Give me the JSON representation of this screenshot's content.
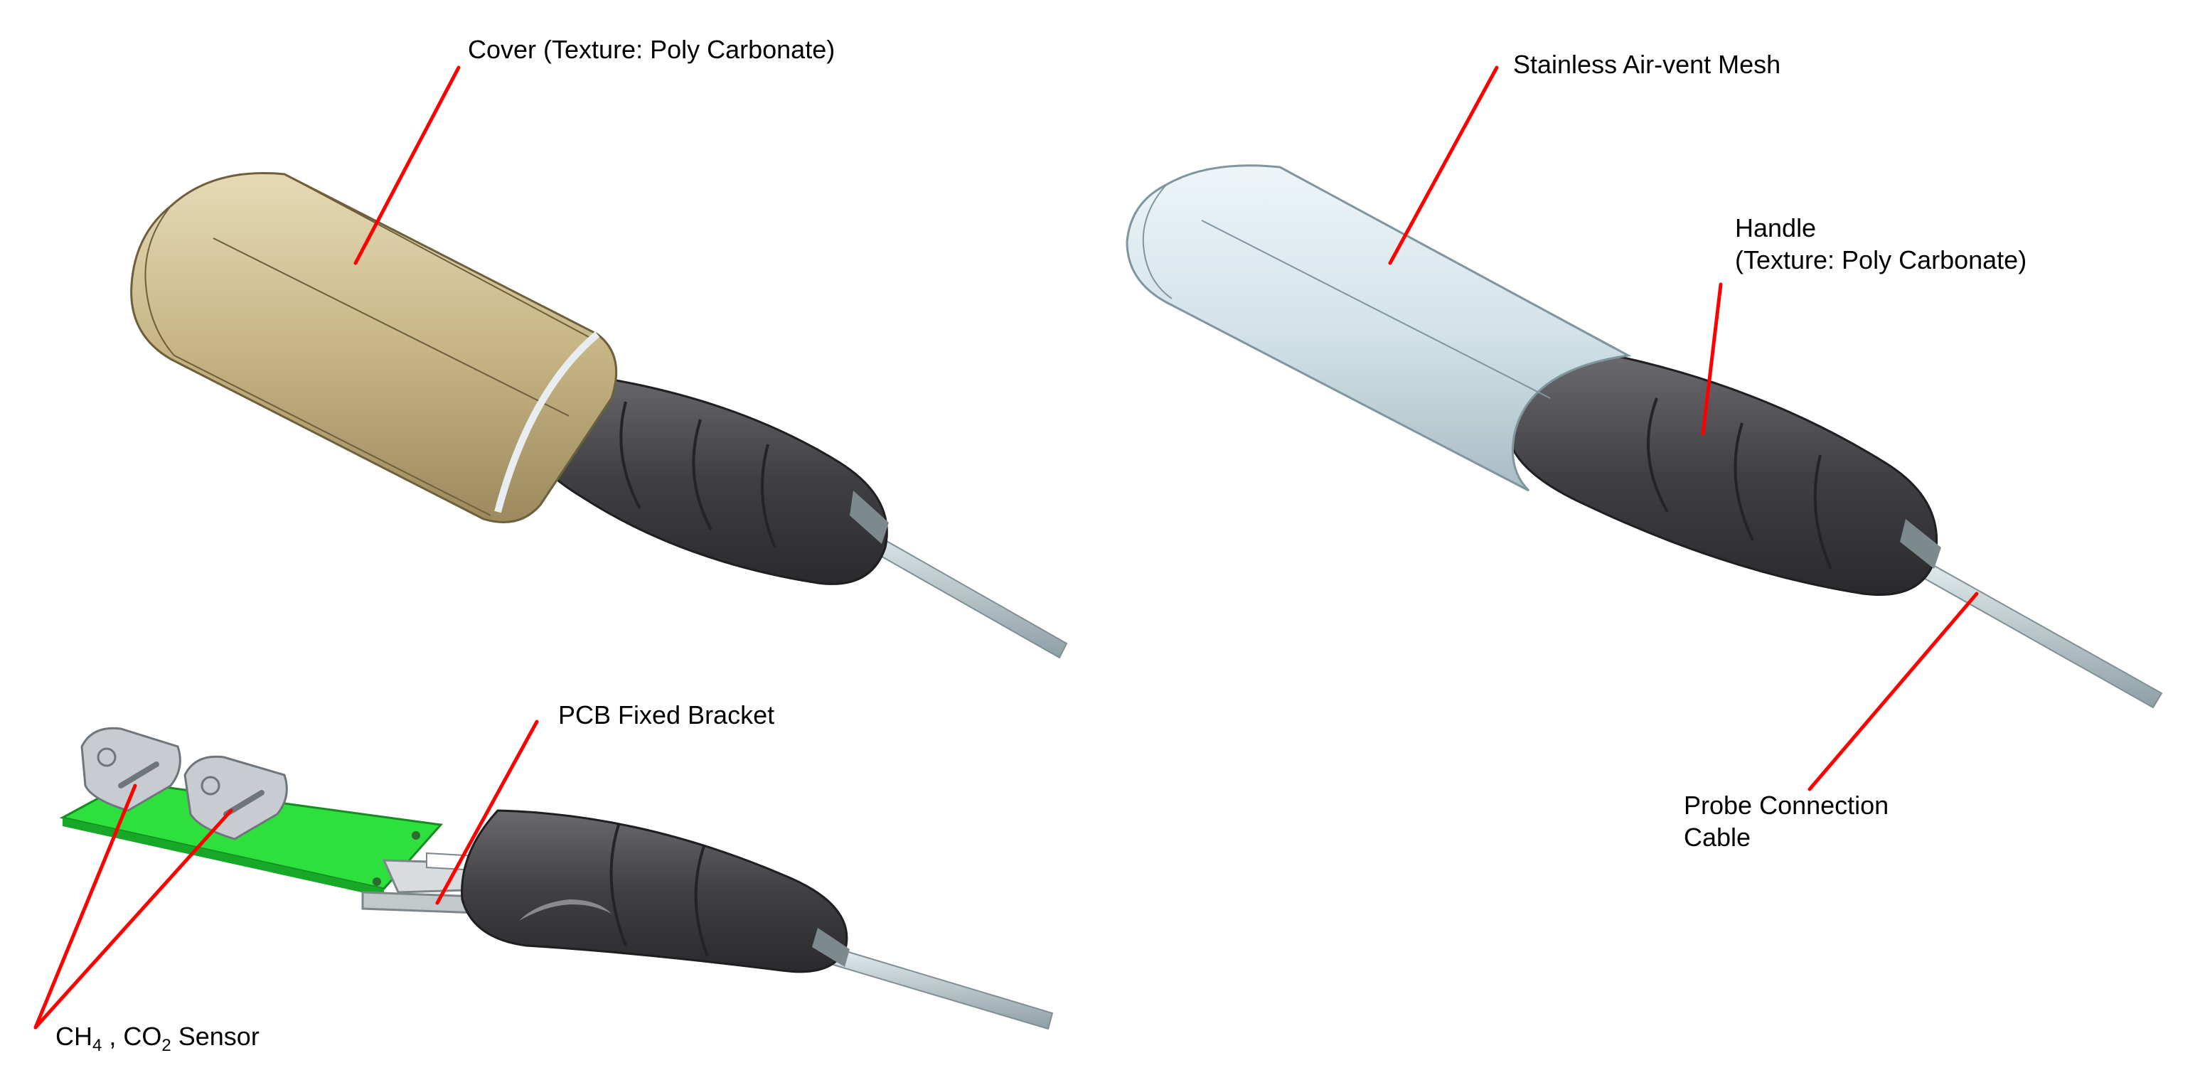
{
  "labels": {
    "cover": "Cover (Texture: Poly Carbonate)",
    "mesh": "Stainless Air-vent Mesh",
    "handle_line1": "Handle",
    "handle_line2": "(Texture: Poly Carbonate)",
    "bracket": "PCB Fixed Bracket",
    "cable_line1": "Probe Connection",
    "cable_line2": "Cable",
    "sensor_ch": "CH",
    "sensor_ch_sub": "4",
    "sensor_mid": " , CO",
    "sensor_co_sub": "2",
    "sensor_end": " Sensor"
  },
  "colors": {
    "leader": "#ff0000",
    "cover": "#c9b88a",
    "mesh": "#cfe0e6",
    "handle": "#3f3f42",
    "pcb": "#29e03a",
    "sensor": "#c8ccd0",
    "cable": "#b9c6ca"
  }
}
